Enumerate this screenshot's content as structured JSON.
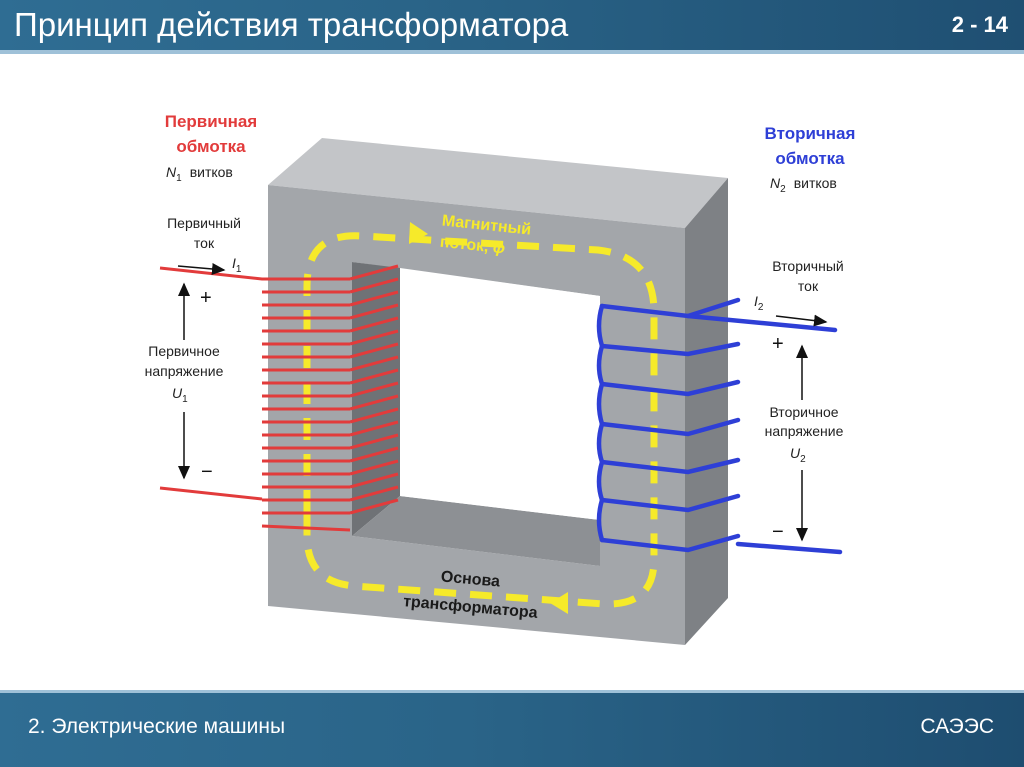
{
  "header": {
    "title": "Принцип действия трансформатора",
    "slide_number": "2 - 14"
  },
  "footer": {
    "section": "2. Электрические машины",
    "org": "САЭЭС"
  },
  "diagram": {
    "primary_winding": {
      "line1": "Первичная",
      "line2": "обмотка",
      "turns_symbol": "N",
      "turns_sub": "1",
      "turns_word": "витков"
    },
    "secondary_winding": {
      "line1": "Вторичная",
      "line2": "обмотка",
      "turns_symbol": "N",
      "turns_sub": "2",
      "turns_word": "витков"
    },
    "primary_current": {
      "line1": "Первичный",
      "line2": "ток",
      "symbol": "I",
      "sub": "1"
    },
    "secondary_current": {
      "line1": "Вторичный",
      "line2": "ток",
      "symbol": "I",
      "sub": "2"
    },
    "primary_voltage": {
      "line1": "Первичное",
      "line2": "напряжение",
      "symbol": "U",
      "sub": "1",
      "plus": "+",
      "minus": "−"
    },
    "secondary_voltage": {
      "line1": "Вторичное",
      "line2": "напряжение",
      "symbol": "U",
      "sub": "2",
      "plus": "+",
      "minus": "−"
    },
    "flux": {
      "line1": "Магнитный",
      "line2": "поток, ",
      "symbol": "ϕ"
    },
    "core": {
      "line1": "Основа",
      "line2": "трансформатора"
    },
    "colors": {
      "primary": "#e23b3b",
      "secondary": "#2e3fd6",
      "flux": "#f6ea2a",
      "core_face": "#a3a6aa",
      "core_side": "#7e8185",
      "core_top": "#c3c5c8"
    }
  }
}
